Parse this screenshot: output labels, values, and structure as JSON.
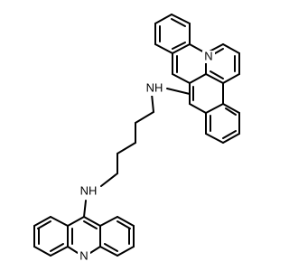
{
  "molecule": {
    "labels": {
      "upper_amine": "NH",
      "upper_ring_n": "N",
      "lower_amine": "NH",
      "lower_ring_n": "N"
    }
  },
  "colors": {
    "bond": "#000000",
    "text": "#000000",
    "background": "#ffffff"
  }
}
